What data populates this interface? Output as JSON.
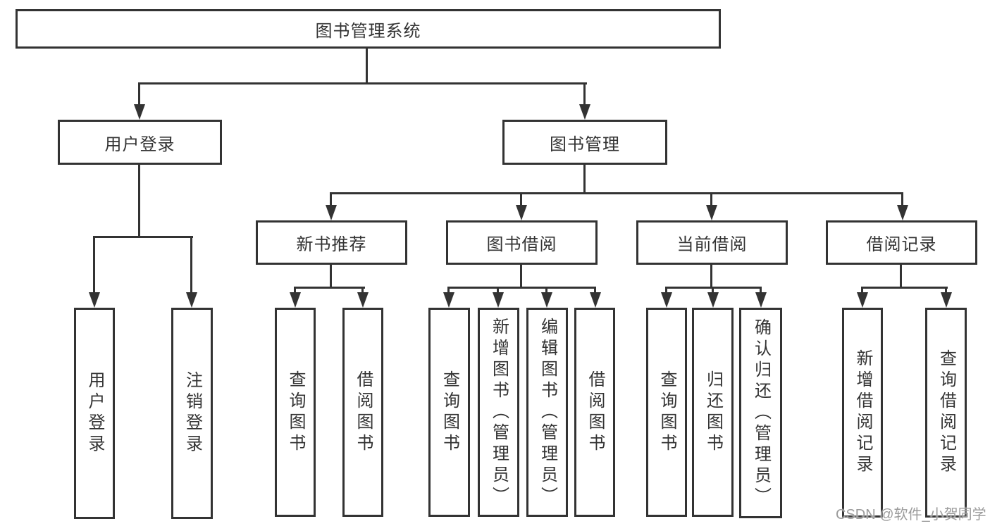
{
  "nodes": {
    "root": "图书管理系统",
    "user_login": "用户登录",
    "book_mgmt": "图书管理",
    "new_book_rec": "新书推荐",
    "book_borrow": "图书借阅",
    "current_borrow": "当前借阅",
    "borrow_records": "借阅记录",
    "leaf_user_login": "用户登录",
    "leaf_logout": "注销登录",
    "leaf_nbr_query_books": "查询图书",
    "leaf_nbr_borrow_books": "借阅图书",
    "leaf_bb_query_books": "查询图书",
    "leaf_bb_add_books": "新增图书（管理员）",
    "leaf_bb_edit_books": "编辑图书（管理员）",
    "leaf_bb_borrow_books": "借阅图书",
    "leaf_cb_query_books": "查询图书",
    "leaf_cb_return_books": "归还图书",
    "leaf_cb_confirm_return": "确认归还（管理员）",
    "leaf_br_add_record": "新增借阅记录",
    "leaf_br_query_record": "查询借阅记录"
  },
  "watermark": "CSDN @软件_小贺同学",
  "colors": {
    "line": "#333333",
    "text": "#333333",
    "background": "#ffffff",
    "watermark": "#9b9b9b"
  }
}
